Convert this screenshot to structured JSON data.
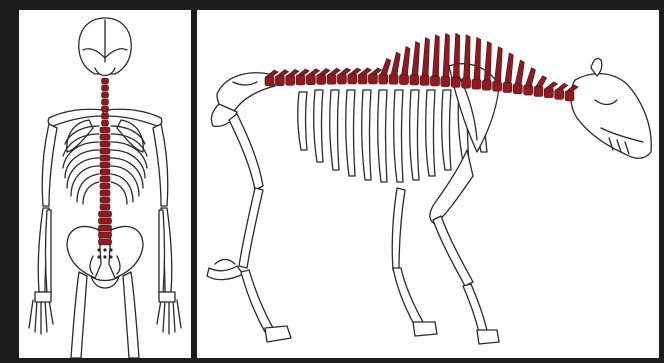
{
  "colors": {
    "background": "#1c1c1c",
    "panel": "#ffffff",
    "bone_outline": "#2a2a2a",
    "spine_highlight": "#8e1b22"
  },
  "figures": [
    {
      "name": "human-skeleton-dorsal-view",
      "highlight": "vertebral-column"
    },
    {
      "name": "quadruped-skeleton-lateral-view",
      "highlight": "vertebral-column"
    }
  ]
}
